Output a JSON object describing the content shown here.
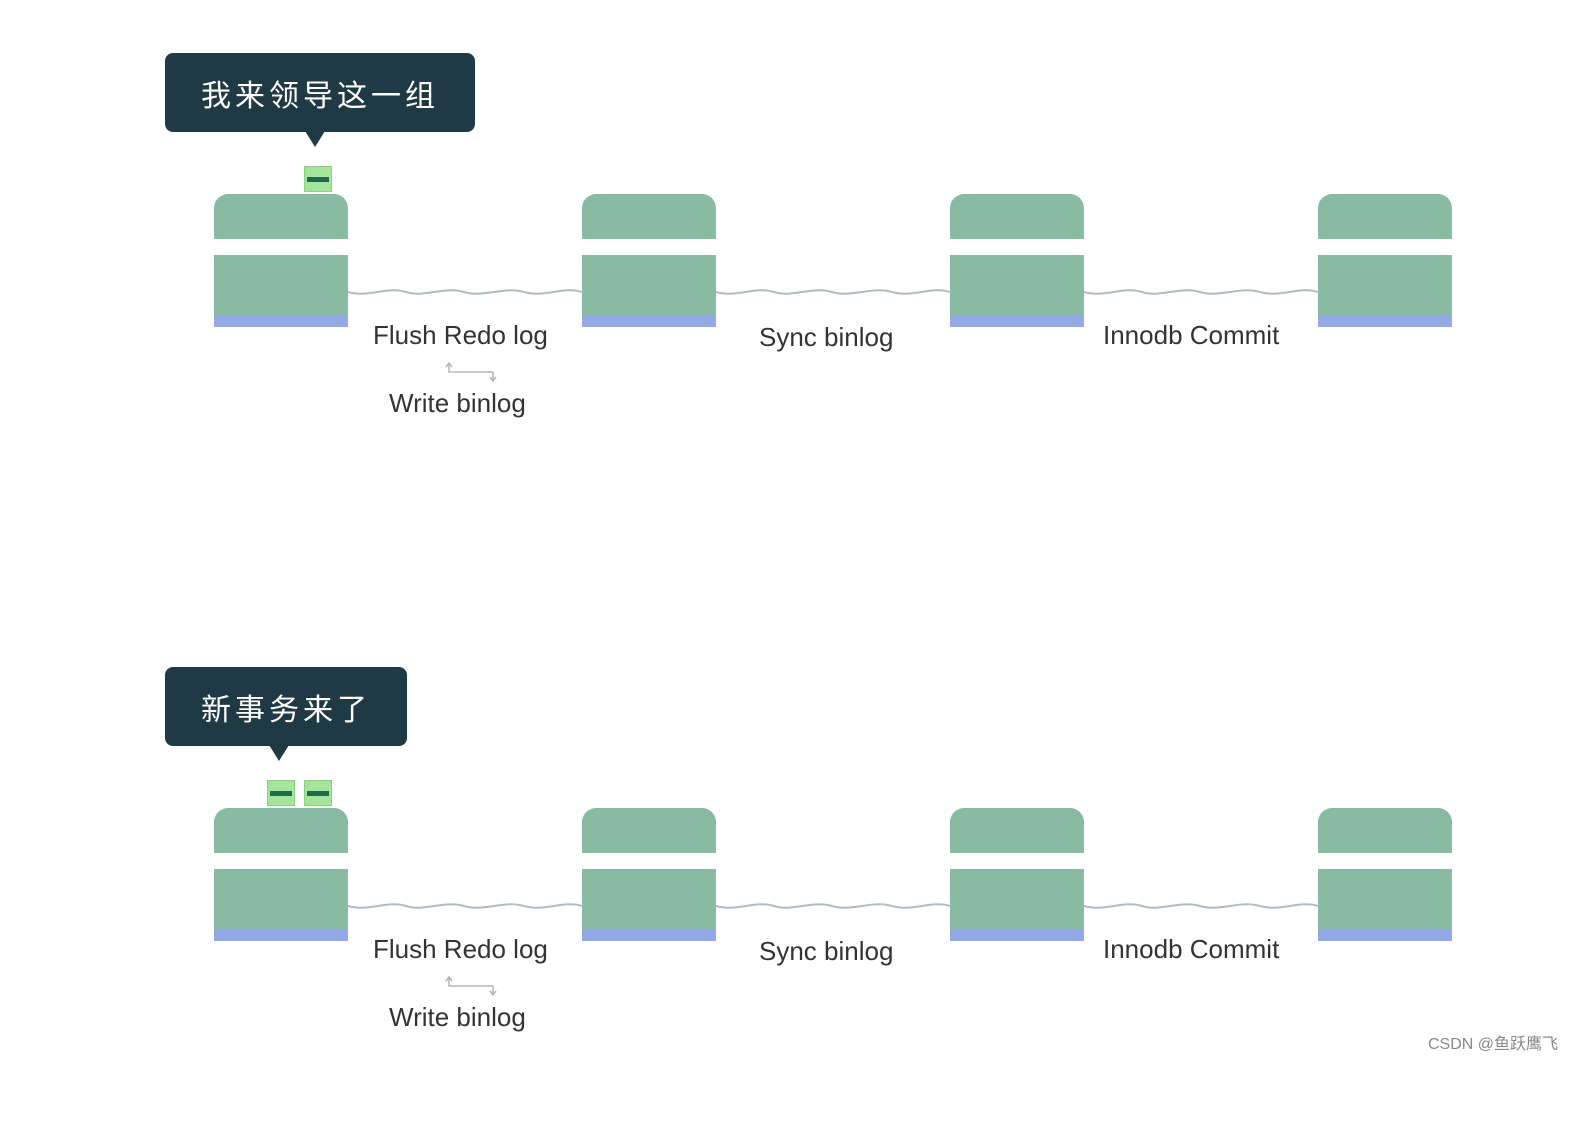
{
  "panels": [
    {
      "bubble_text": "我来领导这一组",
      "transaction_count": 1,
      "stages": {
        "flush": "Flush Redo log",
        "write": "Write binlog",
        "sync": "Sync binlog",
        "commit": "Innodb Commit"
      }
    },
    {
      "bubble_text": "新事务来了",
      "transaction_count": 2,
      "stages": {
        "flush": "Flush Redo log",
        "write": "Write binlog",
        "sync": "Sync binlog",
        "commit": "Innodb Commit"
      }
    }
  ],
  "watermark": "CSDN @鱼跃鹰飞",
  "colors": {
    "bubble": "#1f3a44",
    "station": "#88bba2",
    "station_base": "#93a9e6",
    "transaction": "#a6e39b",
    "transaction_band": "#1d6b47",
    "wave": "#aebcc4"
  }
}
